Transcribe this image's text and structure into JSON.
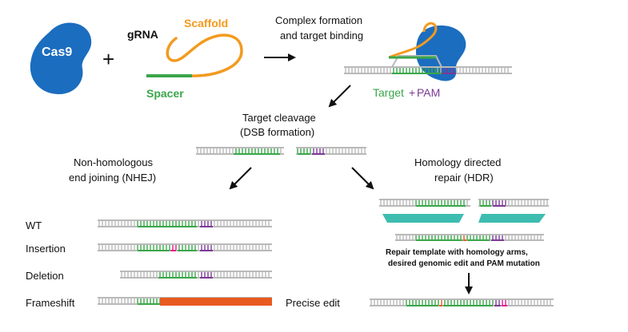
{
  "labels": {
    "cas9": "Cas9",
    "plus": "+",
    "grna": "gRNA",
    "scaffold": "Scaffold",
    "spacer": "Spacer",
    "complex_line1": "Complex formation",
    "complex_line2": "and target binding",
    "target": "Target",
    "plus_sign": "+",
    "pam": "PAM",
    "cleavage_line1": "Target cleavage",
    "cleavage_line2": "(DSB formation)",
    "nhej_line1": "Non-homologous",
    "nhej_line2": "end joining (NHEJ)",
    "hdr_line1": "Homology directed",
    "hdr_line2": "repair (HDR)",
    "wt": "WT",
    "insertion": "Insertion",
    "deletion": "Deletion",
    "frameshift": "Frameshift",
    "precise_edit": "Precise edit",
    "template_line1": "Repair template with homology arms,",
    "template_line2": "desired genomic edit and PAM mutation"
  },
  "colors": {
    "cas9": "#1b6dbf",
    "scaffold": "#f39a1e",
    "spacer": "#3aa64a",
    "target": "#3aa64a",
    "pam": "#7b3a96",
    "dna": "#b9b9b9",
    "frameshift": "#e85a1f",
    "insertion": "#e6178b",
    "homology_arm": "#3dbdb0",
    "edit": "#e85a1f"
  }
}
